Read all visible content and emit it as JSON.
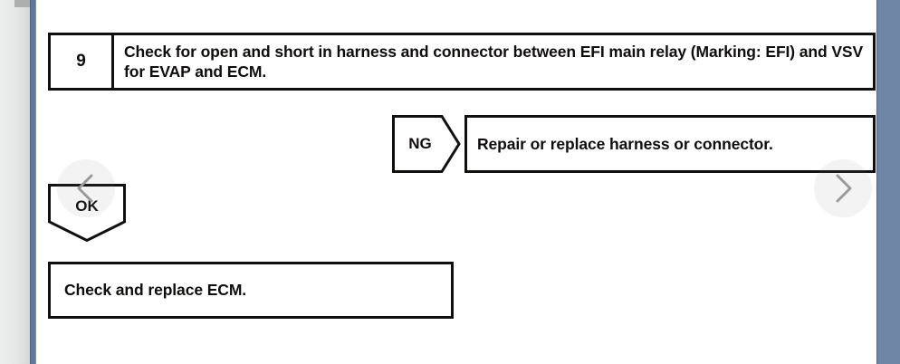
{
  "document": {
    "type": "diagnostic-flowchart",
    "title": "EFI main relay harness check flowchart"
  },
  "step": {
    "number": "9",
    "text": "Check for open and short in harness and connector between EFI main relay (Marking: EFI) and VSV for EVAP and ECM.",
    "line1": "Check for open and short in harness and connector between EFI main relay",
    "line2": "(Marking: EFI) and VSV for EVAP and ECM."
  },
  "branches": [
    {
      "label": "NG",
      "result": "Repair or replace harness or connector."
    },
    {
      "label": "OK",
      "result": "Check and replace ECM."
    }
  ],
  "ng": {
    "label": "NG",
    "result": "Repair or replace harness or connector."
  },
  "ok": {
    "label": "OK",
    "result": "Check and replace ECM."
  },
  "viewer": {
    "prev_icon": "chevron-left-icon",
    "next_icon": "chevron-right-icon",
    "scrollbar_icon": "scrollbar-thumb"
  },
  "colors": {
    "ink": "#12100f",
    "page": "#ffffff",
    "rail": "#61789a",
    "gutter": "#e6e7e7",
    "nav_overlay": "rgba(120,120,120,0.09)"
  }
}
